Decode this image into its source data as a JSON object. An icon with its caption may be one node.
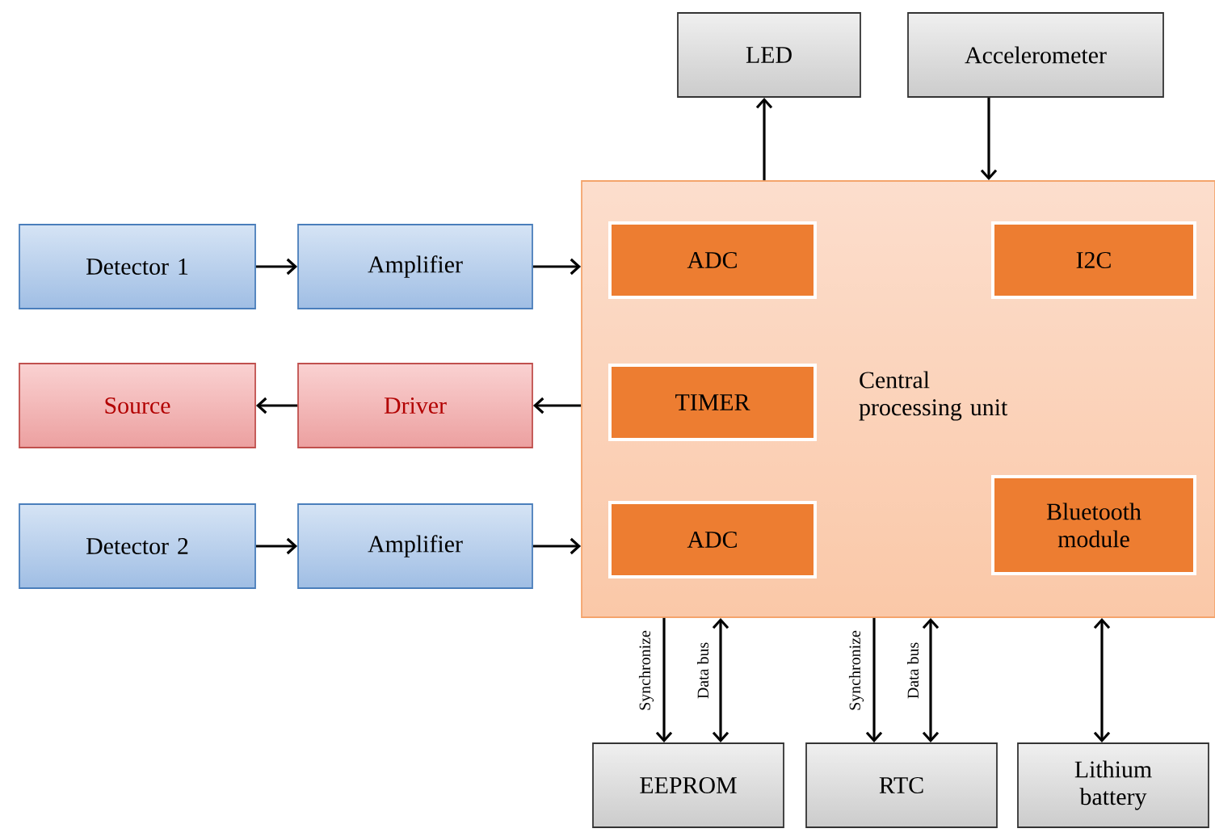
{
  "diagram": {
    "nodes": [
      {
        "text": [
          "LED"
        ]
      },
      {
        "text": [
          "Accelerometer"
        ]
      },
      {
        "text": [
          "Detector 1"
        ]
      },
      {
        "text": [
          "Amplifier"
        ]
      },
      {
        "text": [
          "Central processing unit"
        ]
      },
      {
        "text": [
          "ADC"
        ],
        "in": 4
      },
      {
        "text": [
          "I2C"
        ],
        "in": 4
      },
      {
        "text": [
          "Source"
        ]
      },
      {
        "text": [
          "Driver"
        ]
      },
      {
        "text": [
          "TIMER"
        ],
        "in": 4
      },
      {
        "text": [
          "Detector 2"
        ]
      },
      {
        "text": [
          "Amplifier"
        ]
      },
      {
        "text": [
          "ADC"
        ],
        "in": 4
      },
      {
        "text": [
          "Bluetooth module"
        ],
        "in": 4
      },
      {
        "text": [
          "EEPROM"
        ]
      },
      {
        "text": [
          "RTC"
        ]
      },
      {
        "text": [
          "Lithium battery"
        ]
      }
    ],
    "edges": [
      {
        "from": 4,
        "to": 0,
        "arrow": "to"
      },
      {
        "from": 1,
        "to": 4,
        "arrow": "to"
      },
      {
        "from": 2,
        "to": 3,
        "arrow": "to"
      },
      {
        "from": 3,
        "to": 4,
        "arrow": "to"
      },
      {
        "from": 8,
        "to": 7,
        "arrow": "to"
      },
      {
        "from": 4,
        "to": 8,
        "arrow": "to"
      },
      {
        "from": 10,
        "to": 11,
        "arrow": "to"
      },
      {
        "from": 11,
        "to": 4,
        "arrow": "to"
      },
      {
        "from": 4,
        "to": 14,
        "arrow": "to",
        "label": "Synchronize"
      },
      {
        "from": 4,
        "to": 14,
        "arrow": "both",
        "label": "Data bus"
      },
      {
        "from": 4,
        "to": 15,
        "arrow": "to",
        "label": "Synchronize"
      },
      {
        "from": 4,
        "to": 15,
        "arrow": "both",
        "label": "Data bus"
      },
      {
        "from": 4,
        "to": 16,
        "arrow": "both"
      }
    ]
  }
}
